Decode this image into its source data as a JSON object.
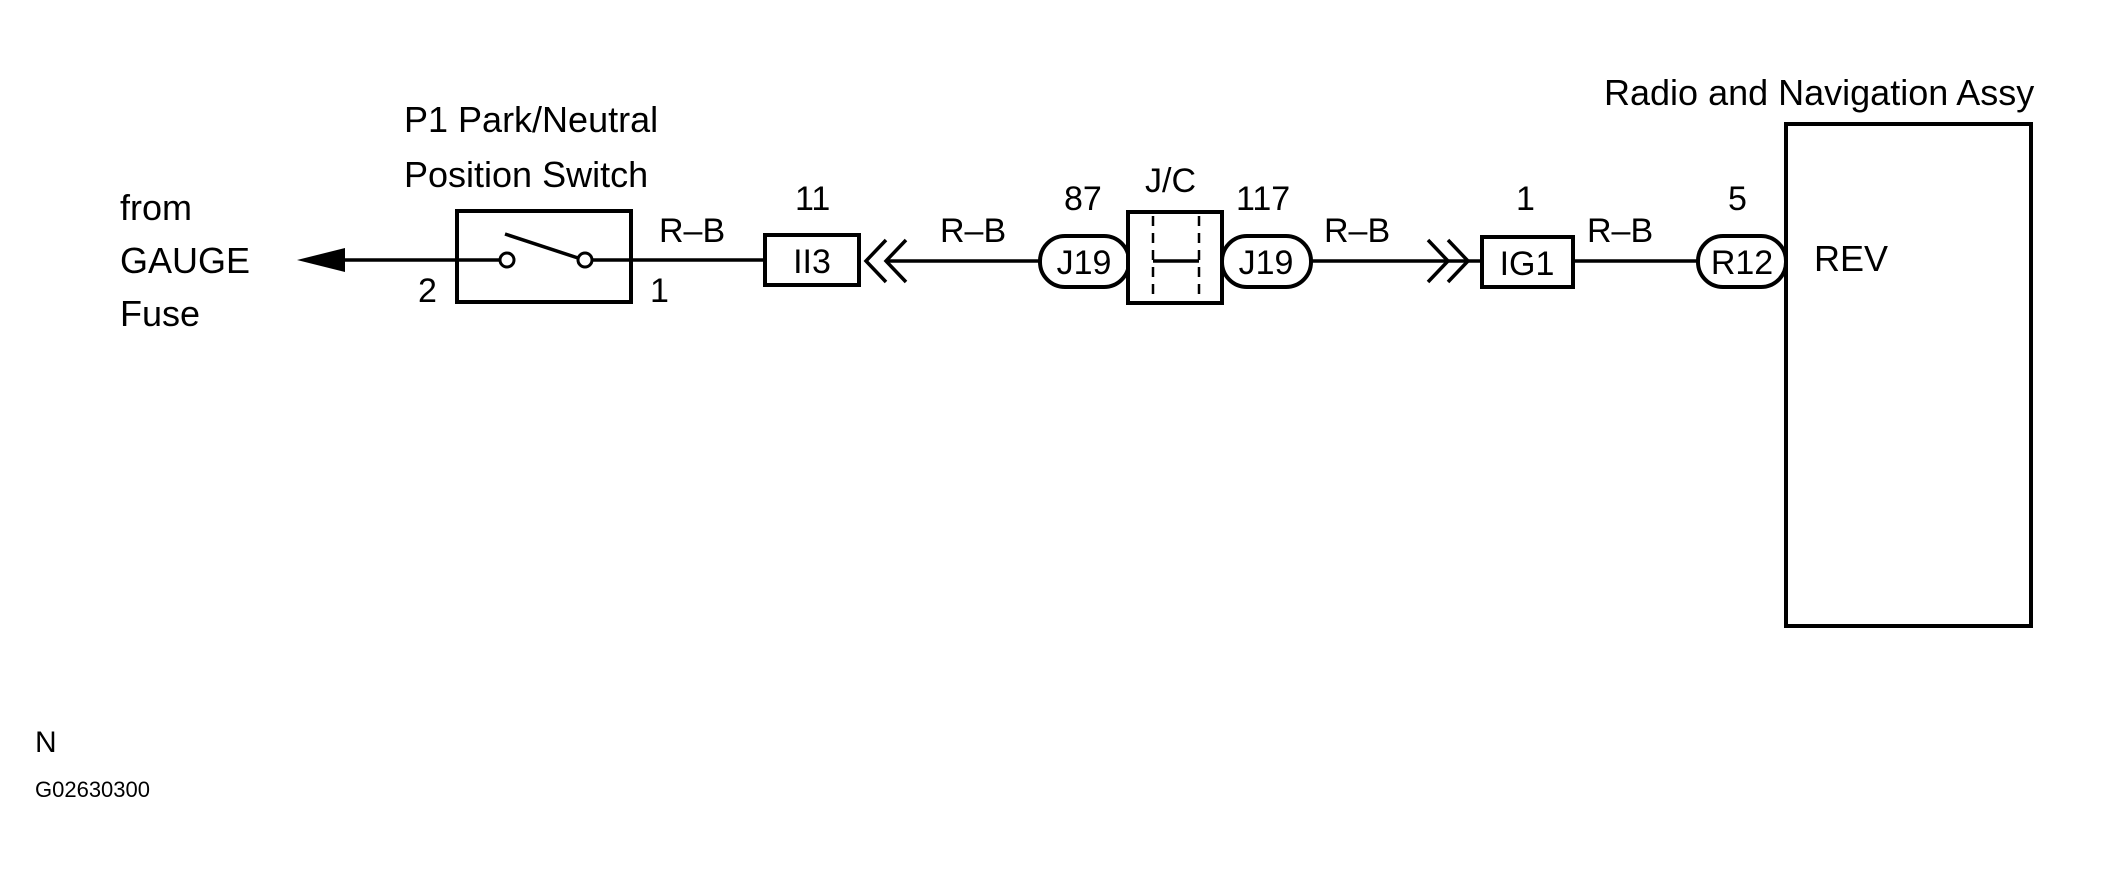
{
  "source_label": [
    "from",
    "GAUGE",
    "Fuse"
  ],
  "switch": {
    "title_lines": [
      "P1 Park/Neutral",
      "Position Switch"
    ],
    "pin_left": "2",
    "pin_right": "1"
  },
  "wire_color": "R–B",
  "connectors": {
    "ii3": {
      "label": "II3",
      "pin": "11"
    },
    "j19_left": {
      "label": "J19",
      "pin": "87"
    },
    "junction": {
      "label": "J/C"
    },
    "j19_right": {
      "label": "J19",
      "pin": "117"
    },
    "ig1": {
      "label": "IG1",
      "pin": "1"
    },
    "r12": {
      "label": "R12",
      "pin": "5"
    }
  },
  "radio": {
    "title": "Radio and Navigation Assy",
    "terminal": "REV"
  },
  "footer": {
    "code": "N",
    "figure_id": "G02630300"
  }
}
